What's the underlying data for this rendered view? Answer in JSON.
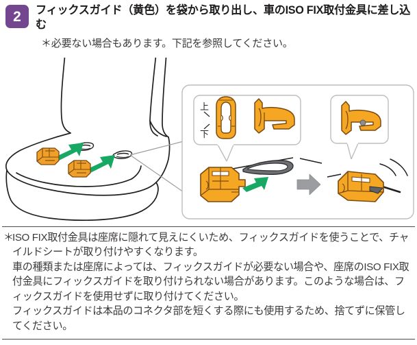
{
  "step": {
    "number": "2",
    "badge_color": "#73468f",
    "title_line1_pre": "フィックスガイド（黄色）を袋から取り出し、",
    "title_line1_em": "車のISO FIX取付金具",
    "title_line2": "に差し込む",
    "note": "＊必要ない場合もあります。下記を参照してください。"
  },
  "illustration": {
    "name": "car-seat-isofix-fix-guide-diagram",
    "arrow_color_green": "#17a963",
    "arrow_color_gray": "#8e9093",
    "guide_color": "#f5a623",
    "guide_outline": "#7a4a12",
    "callout_border": "#bdbdbd",
    "seat_outline": "#221f1f",
    "labels": {
      "up": "上",
      "down": "下"
    }
  },
  "footnotes": [
    {
      "marker": "＊",
      "text": "ISO FIX取付金具は座席に隠れて見えにくいため、フィックスガイドを使うことで、チャイルドシートが取り付けやすくなります。"
    },
    {
      "marker": "",
      "text": "車の種類または座席によっては、フィックスガイドが必要ない場合や、座席のISO FIX取付金具にフィックスガイドを取り付けられない場合があります。このような場合は、フィックスガイドを使用せずに取り付けてください。"
    },
    {
      "marker": "",
      "text": "フィックスガイドは本品のコネクタ部を短くする際にも使用するため、捨てずに保管してください。"
    }
  ]
}
